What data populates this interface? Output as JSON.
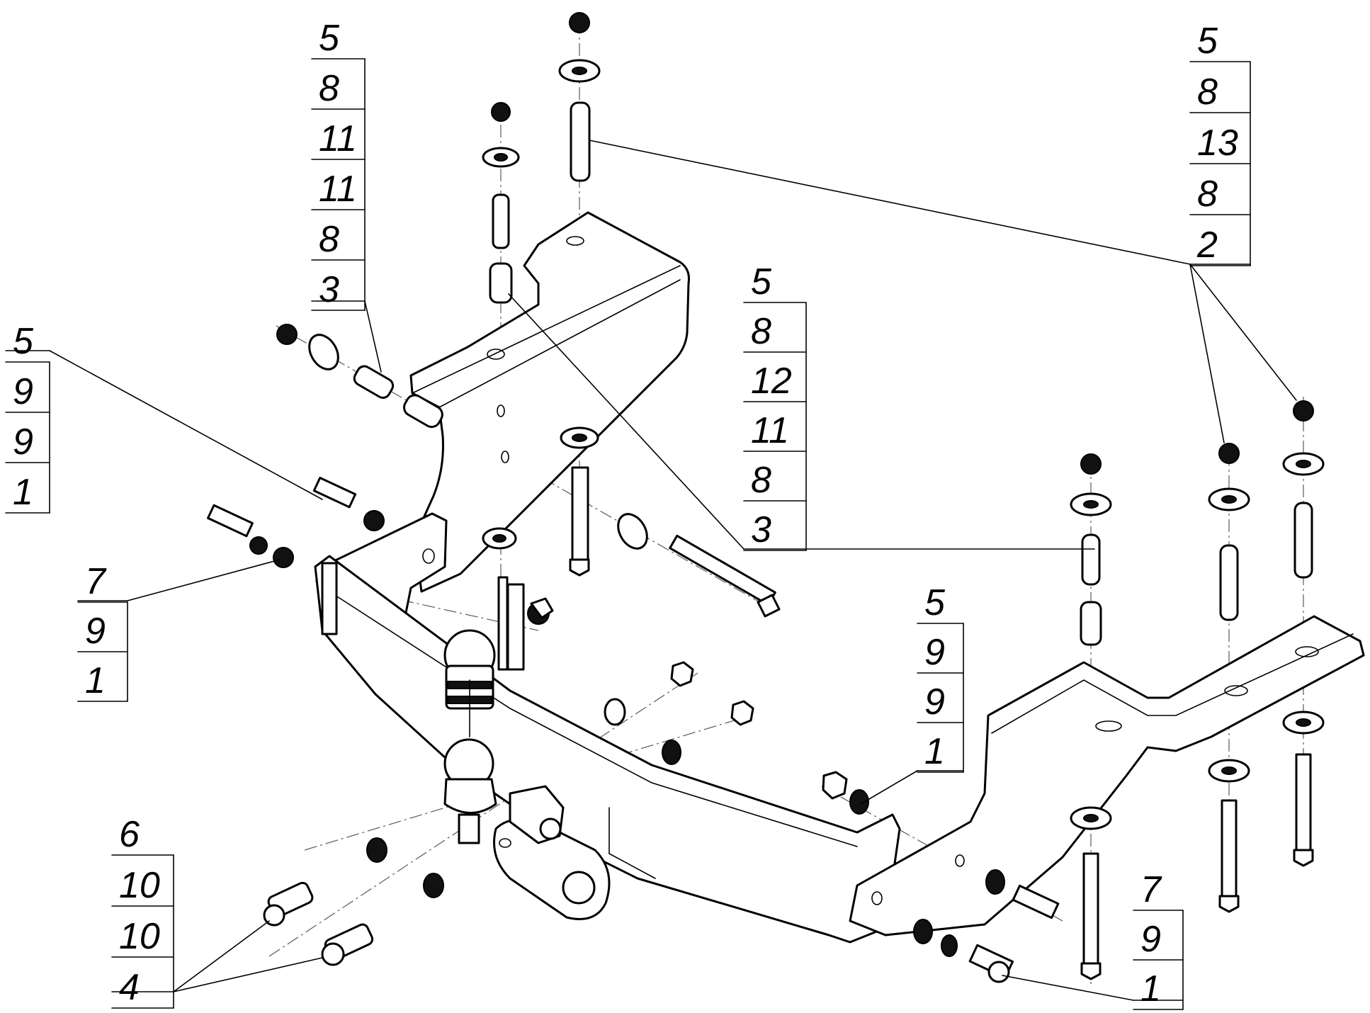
{
  "callouts": [
    {
      "id": "top-left",
      "numbers": [
        "5",
        "8",
        "11",
        "11",
        "8",
        "3"
      ]
    },
    {
      "id": "top-right",
      "numbers": [
        "5",
        "8",
        "13",
        "8",
        "2"
      ]
    },
    {
      "id": "left",
      "numbers": [
        "5",
        "9",
        "9",
        "1"
      ]
    },
    {
      "id": "center",
      "numbers": [
        "5",
        "8",
        "12",
        "11",
        "8",
        "3"
      ]
    },
    {
      "id": "mid-left",
      "numbers": [
        "7",
        "9",
        "1"
      ]
    },
    {
      "id": "mid-right",
      "numbers": [
        "5",
        "9",
        "9",
        "1"
      ]
    },
    {
      "id": "bottom-left",
      "numbers": [
        "6",
        "10",
        "10",
        "4"
      ]
    },
    {
      "id": "bottom-right",
      "numbers": [
        "7",
        "9",
        "1"
      ]
    }
  ]
}
